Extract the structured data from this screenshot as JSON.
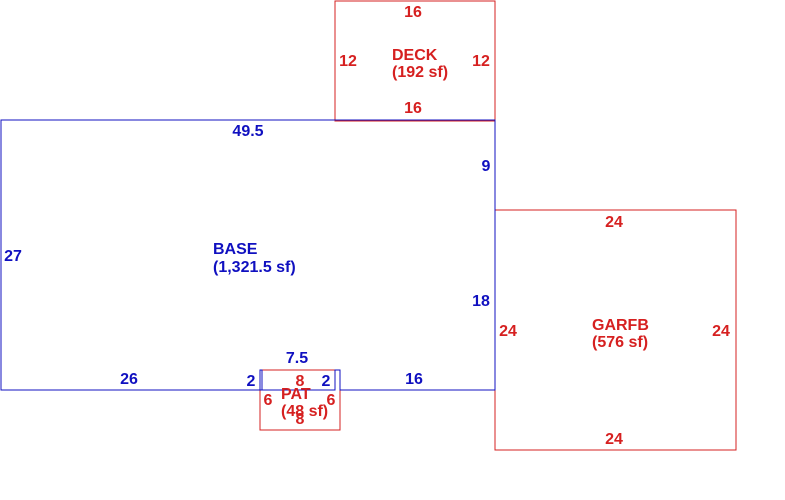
{
  "colors": {
    "base": "#1010c0",
    "addition": "#d62020"
  },
  "areas": {
    "deck": {
      "name": "DECK",
      "area": "(192 sf)",
      "dims": {
        "top": "16",
        "bottom": "16",
        "left": "12",
        "right": "12"
      }
    },
    "base": {
      "name": "BASE",
      "area": "(1,321.5 sf)",
      "dims": {
        "top": "49.5",
        "left": "27",
        "right_upper": "9",
        "right_lower": "18",
        "bottom_left": "26",
        "bottom_right": "16",
        "notch_top": "7.5",
        "notch_left": "2",
        "notch_right": "2"
      }
    },
    "garage": {
      "name": "GARFB",
      "area": "(576 sf)",
      "dims": {
        "top": "24",
        "bottom": "24",
        "left": "24",
        "right": "24"
      }
    },
    "patio": {
      "name": "PAT",
      "area": "(48 sf)",
      "dims": {
        "top": "8",
        "bottom": "8",
        "left": "6",
        "right": "6"
      }
    }
  }
}
